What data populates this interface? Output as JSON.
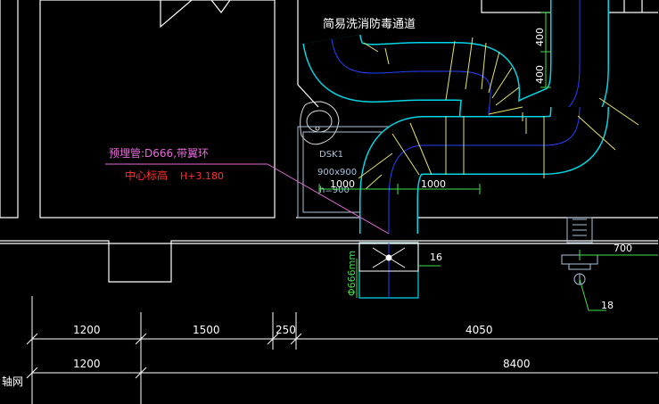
{
  "drawing": {
    "background": "#000000",
    "colors": {
      "wall": "#ffffff",
      "duct": "#00d7e6",
      "duct_center": "#2340ff",
      "yellow": "#e8e26a",
      "green": "#3fe04a",
      "magenta": "#e56ad8",
      "red": "#ff3030",
      "fixture": "#d9d9d9",
      "equip": "#a9c3dc"
    },
    "labels": {
      "channel_title": "简易洗消防毒通道",
      "pipe_spec": "预埋管:D666,带翼环",
      "center_label": "中心标高",
      "center_elev": "H+3.180",
      "equip_code": "DSK1",
      "equip_size": "900x900",
      "equip_h": "h=900",
      "dim_1000_left": "1000",
      "dim_1000_right": "1000",
      "dim_400_top": "400",
      "dim_400_bottom": "400",
      "dim_700": "700",
      "pipe_dia": "Φ666mm",
      "tag_16": "16",
      "tag_18": "18",
      "axis_label": "轴网"
    },
    "dimensions_row1": [
      "1200",
      "1500",
      "250",
      "4050"
    ],
    "dimensions_row2": [
      "1200",
      "8400"
    ]
  }
}
